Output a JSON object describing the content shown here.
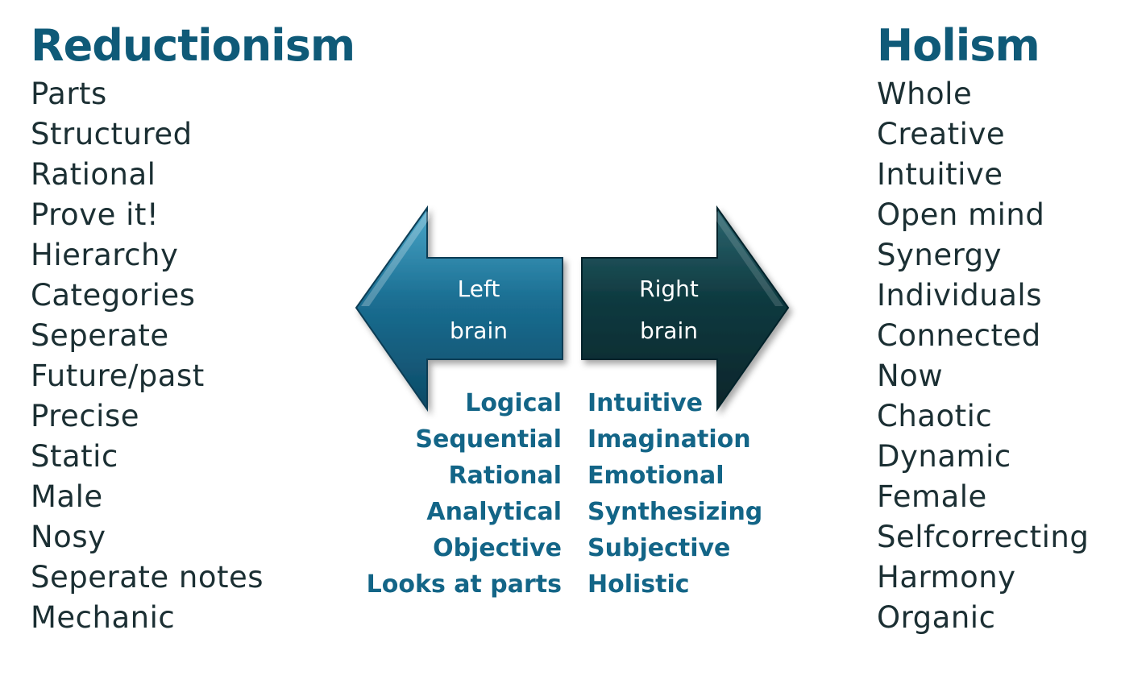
{
  "reductionism": {
    "title": "Reductionism",
    "items": [
      "Parts",
      "Structured",
      "Rational",
      "Prove it!",
      "Hierarchy",
      "Categories",
      "Seperate",
      "Future/past",
      "Precise",
      "Static",
      "Male",
      "Nosy",
      "Seperate notes",
      "Mechanic"
    ]
  },
  "holism": {
    "title": "Holism",
    "items": [
      "Whole",
      "Creative",
      "Intuitive",
      "Open mind",
      "Synergy",
      "Individuals",
      "Connected",
      "Now",
      "Chaotic",
      "Dynamic",
      "Female",
      "Selfcorrecting",
      "Harmony",
      "Organic"
    ]
  },
  "left_brain": {
    "label_line1": "Left",
    "label_line2": "brain",
    "traits": [
      "Logical",
      "Sequential",
      "Rational",
      "Analytical",
      "Objective",
      "Looks at parts"
    ],
    "color": "#1b6f93"
  },
  "right_brain": {
    "label_line1": "Right",
    "label_line2": "brain",
    "traits": [
      "Intuitive",
      "Imagination",
      "Emotional",
      "Synthesizing",
      "Subjective",
      "Holistic"
    ],
    "color": "#0f3a40"
  }
}
